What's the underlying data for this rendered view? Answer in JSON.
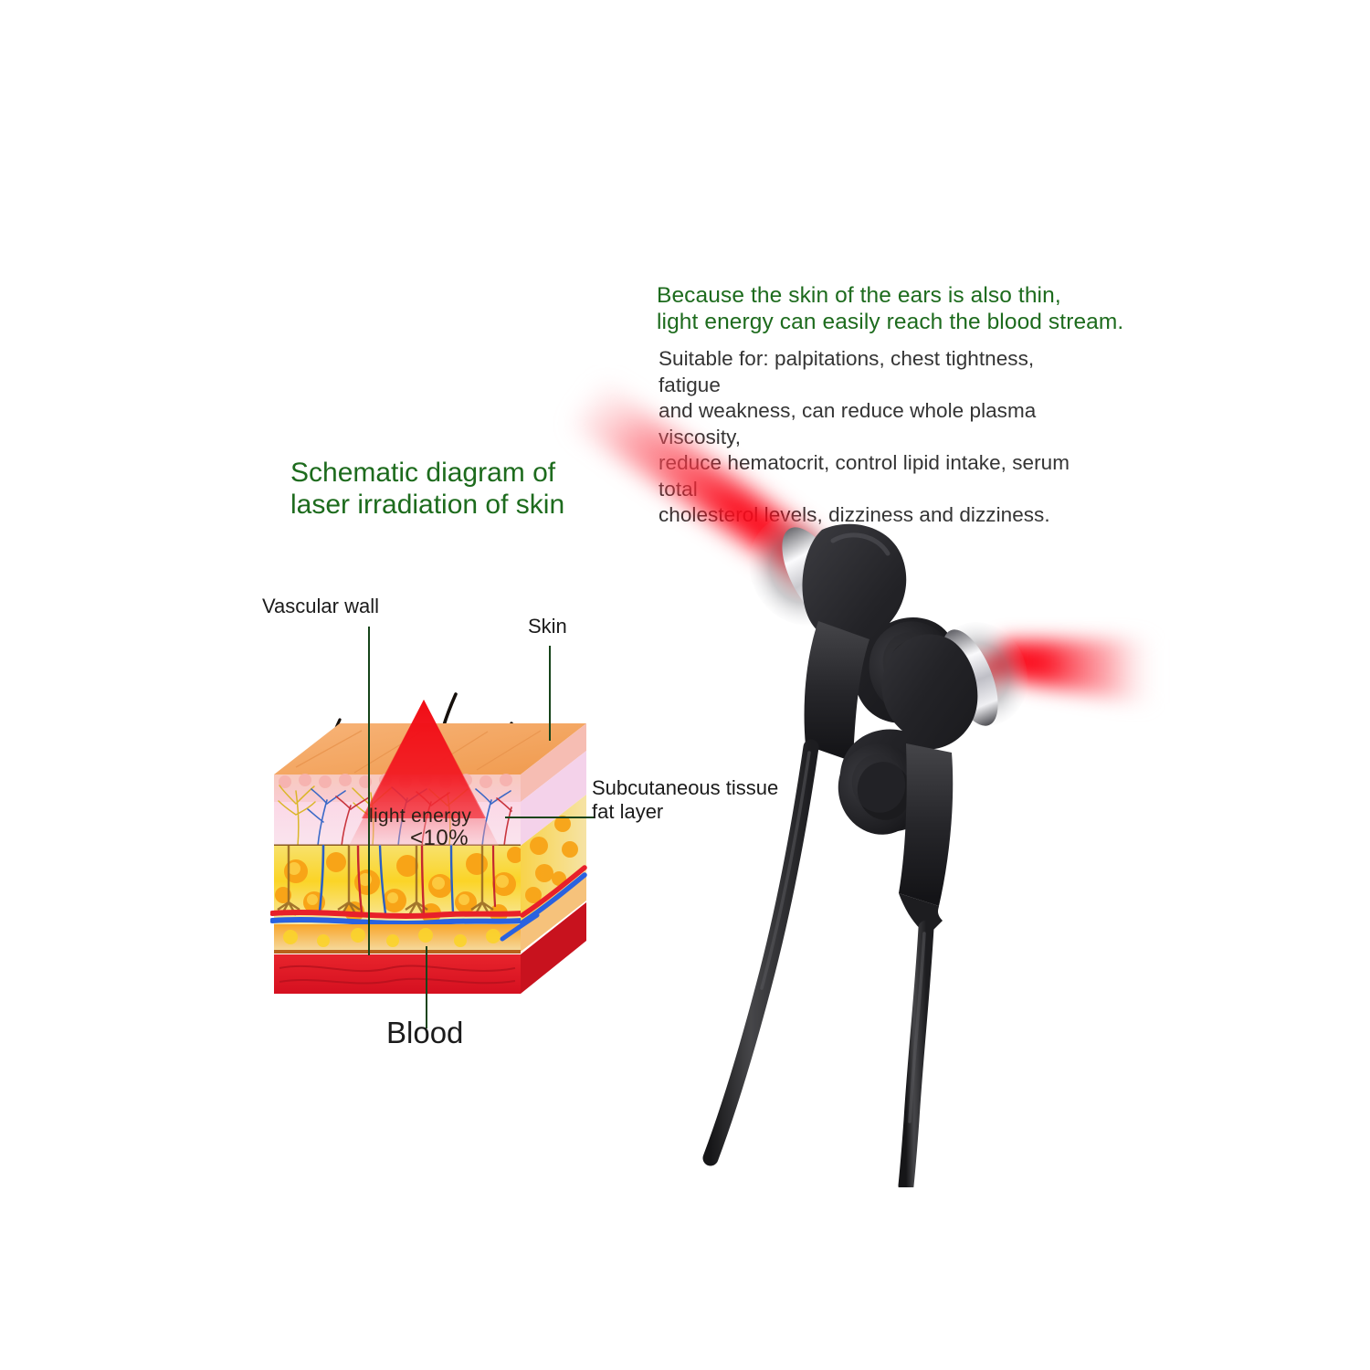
{
  "page": {
    "background": "#ffffff",
    "accent_green": "#1d6b1d",
    "body_text_color": "#343434",
    "laser_red": "#fb0012"
  },
  "headline": {
    "text": "Because the skin of the ears is also thin,\nlight energy can easily reach the blood stream."
  },
  "description": {
    "text": "Suitable for: palpitations, chest tightness, fatigue\nand weakness, can reduce whole plasma viscosity,\nreduce hematocrit, control lipid intake, serum total\ncholesterol levels, dizziness and dizziness."
  },
  "diagram": {
    "title": "Schematic diagram of\nlaser irradiation of skin",
    "labels": {
      "vascular_wall": "Vascular wall",
      "skin": "Skin",
      "subcutaneous": "Subcutaneous tissue\nfat layer",
      "blood": "Blood",
      "light_energy": "light energy",
      "light_energy_pct": "<10%"
    },
    "layers": [
      {
        "name": "epidermis",
        "color": "#f5a561"
      },
      {
        "name": "papillary-dermis",
        "color": "#f7c3bb"
      },
      {
        "name": "dermis",
        "color": "#f8d9e7"
      },
      {
        "name": "subcutaneous-fat",
        "color": "#f6d63c"
      },
      {
        "name": "muscle-blood",
        "color": "#e51f26"
      }
    ]
  },
  "product": {
    "name": "laser-earphones",
    "body_color": "#26262a",
    "chrome_color": "#e8e8ea",
    "cable_color": "#3a3a3c",
    "beam_color": "#fb0012",
    "beam_count": 2
  }
}
